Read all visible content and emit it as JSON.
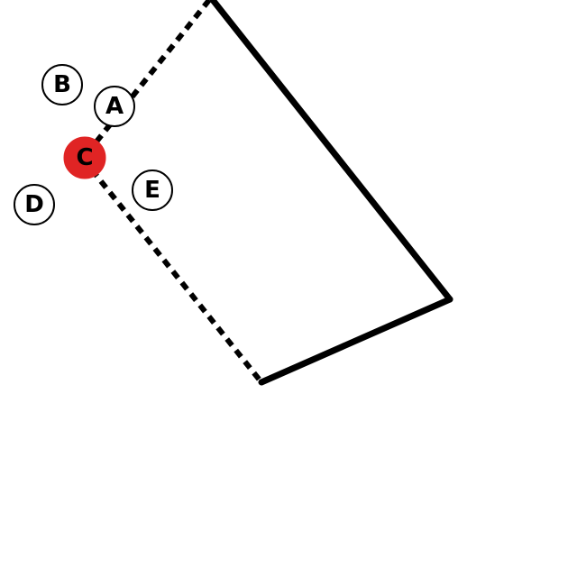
{
  "colors": {
    "background": "#ffffff",
    "line": "#000000",
    "marker_fill": "#ffffff",
    "marker_stroke": "#000000",
    "selected_fill": "#e02424",
    "selected_text": "#000000"
  },
  "markers": [
    {
      "id": "A",
      "label": "A",
      "selected": false
    },
    {
      "id": "B",
      "label": "B",
      "selected": false
    },
    {
      "id": "C",
      "label": "C",
      "selected": true
    },
    {
      "id": "D",
      "label": "D",
      "selected": false
    },
    {
      "id": "E",
      "label": "E",
      "selected": false
    }
  ]
}
